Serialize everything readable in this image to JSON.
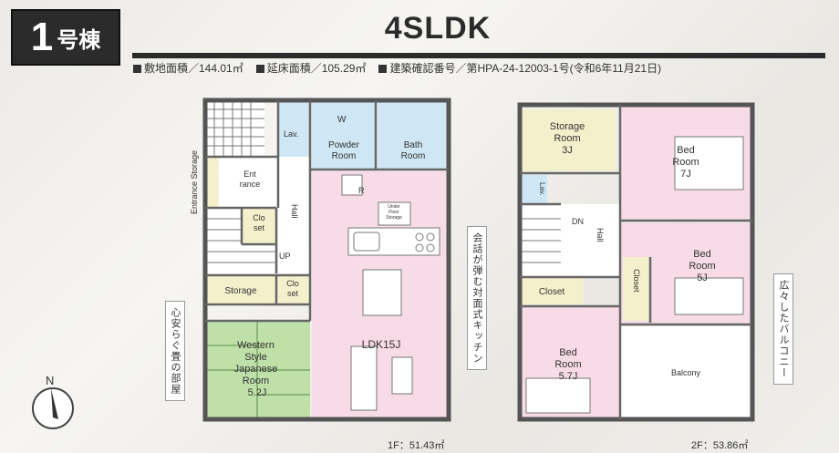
{
  "header": {
    "building_number": "1",
    "building_kind": "号棟",
    "layout": "4SLDK",
    "specs": [
      "敷地面積／144.01㎡",
      "延床面積／105.29㎡",
      "建築確認番号／第HPA-24-12003-1号(令和6年11月21日)"
    ]
  },
  "floor1": {
    "area": "1F：51.43㎡",
    "rooms": {
      "lav": "Lav.",
      "powder": [
        "Powder",
        "Room"
      ],
      "washer": "W",
      "bath": [
        "Bath",
        "Room"
      ],
      "entrance": [
        "Ent",
        "rance"
      ],
      "entrance_storage": "Entrance Storage",
      "hall": "Hall",
      "closet": [
        "Clo",
        "set"
      ],
      "up": "UP",
      "storage": "Storage",
      "closet2": [
        "Clo",
        "set"
      ],
      "fridge": "R",
      "underfloor": [
        "Under",
        "Floor",
        "Storage"
      ],
      "ldk": "LDK15J",
      "japanese": [
        "Western",
        "Style",
        "Japanese",
        "Room",
        "5.2J"
      ]
    },
    "callout_left": "心安らぐ畳の部屋",
    "callout_right": "会話が弾む対面式キッチン"
  },
  "floor2": {
    "area": "2F：53.86㎡",
    "rooms": {
      "storage_room": [
        "Storage",
        "Room",
        "3J"
      ],
      "bed1": [
        "Bed",
        "Room",
        "7J"
      ],
      "lav": "Lav.",
      "dn": "DN",
      "hall": "Hall",
      "bed2": [
        "Bed",
        "Room",
        "5J"
      ],
      "closet_a": "Closet",
      "closet_b": "Closet",
      "bed3": [
        "Bed",
        "Room",
        "5.7J"
      ],
      "balcony": "Balcony"
    },
    "callout_right": "広々したバルコニー"
  },
  "compass": {
    "label": "N"
  },
  "colors": {
    "ldk": "#f7dbe6",
    "bed": "#f7dbe6",
    "wet": "#cfe6f5",
    "storage": "#f5f0cc",
    "tatami": "#bfe0a8",
    "wall": "#555555",
    "badge": "#2b2b2b"
  }
}
